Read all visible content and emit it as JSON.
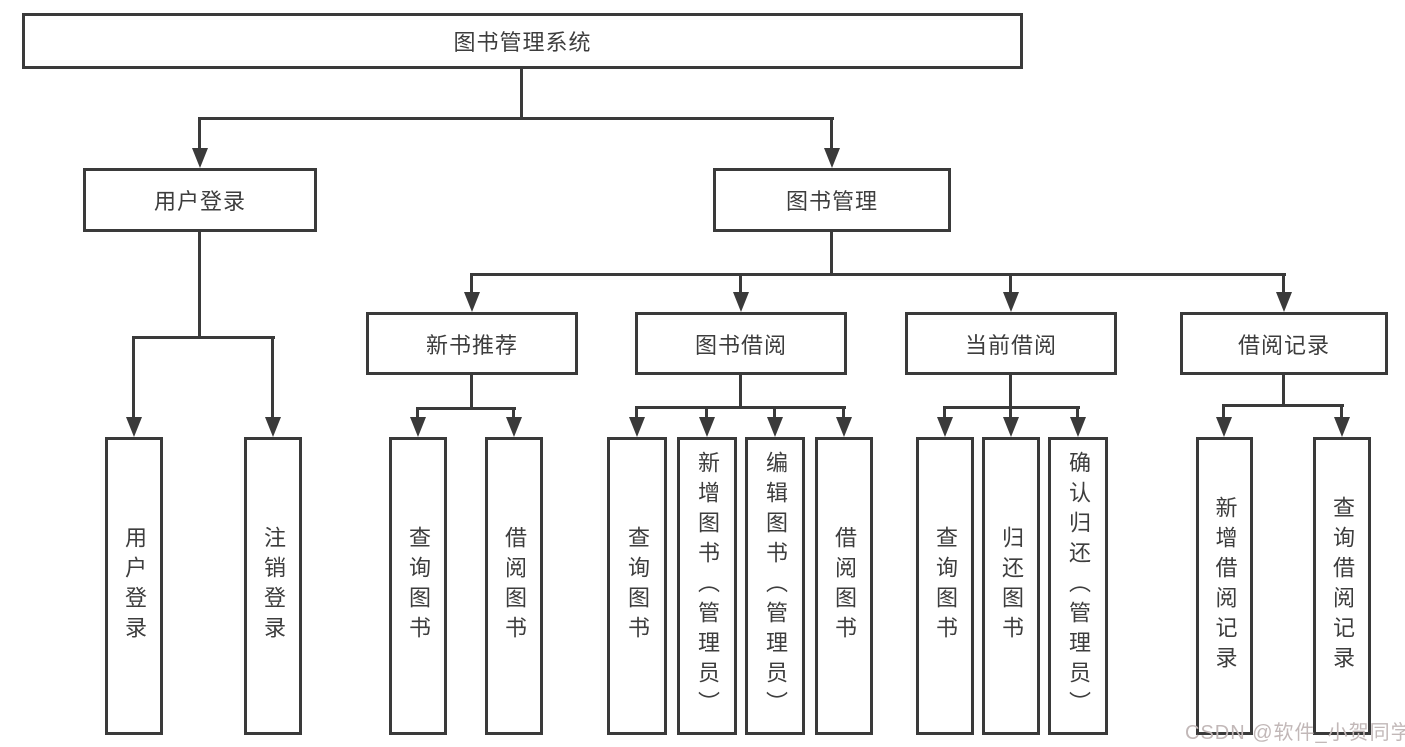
{
  "tree": {
    "root": {
      "label": "图书管理系统",
      "children": [
        {
          "label": "用户登录",
          "children": [
            {
              "label": "用户登录"
            },
            {
              "label": "注销登录"
            }
          ]
        },
        {
          "label": "图书管理",
          "children": [
            {
              "label": "新书推荐",
              "children": [
                {
                  "label": "查询图书"
                },
                {
                  "label": "借阅图书"
                }
              ]
            },
            {
              "label": "图书借阅",
              "children": [
                {
                  "label": "查询图书"
                },
                {
                  "label": "新增图书（管理员）"
                },
                {
                  "label": "编辑图书（管理员）"
                },
                {
                  "label": "借阅图书"
                }
              ]
            },
            {
              "label": "当前借阅",
              "children": [
                {
                  "label": "查询图书"
                },
                {
                  "label": "归还图书"
                },
                {
                  "label": "确认归还（管理员）"
                }
              ]
            },
            {
              "label": "借阅记录",
              "children": [
                {
                  "label": "新增借阅记录"
                },
                {
                  "label": "查询借阅记录"
                }
              ]
            }
          ]
        }
      ]
    }
  },
  "watermark": {
    "text": "CSDN @软件_小贺同学"
  },
  "colors": {
    "line": "#3a3a3a",
    "text": "#3d3d3d",
    "background": "#ffffff",
    "watermark_text": "#c2b8b8"
  }
}
